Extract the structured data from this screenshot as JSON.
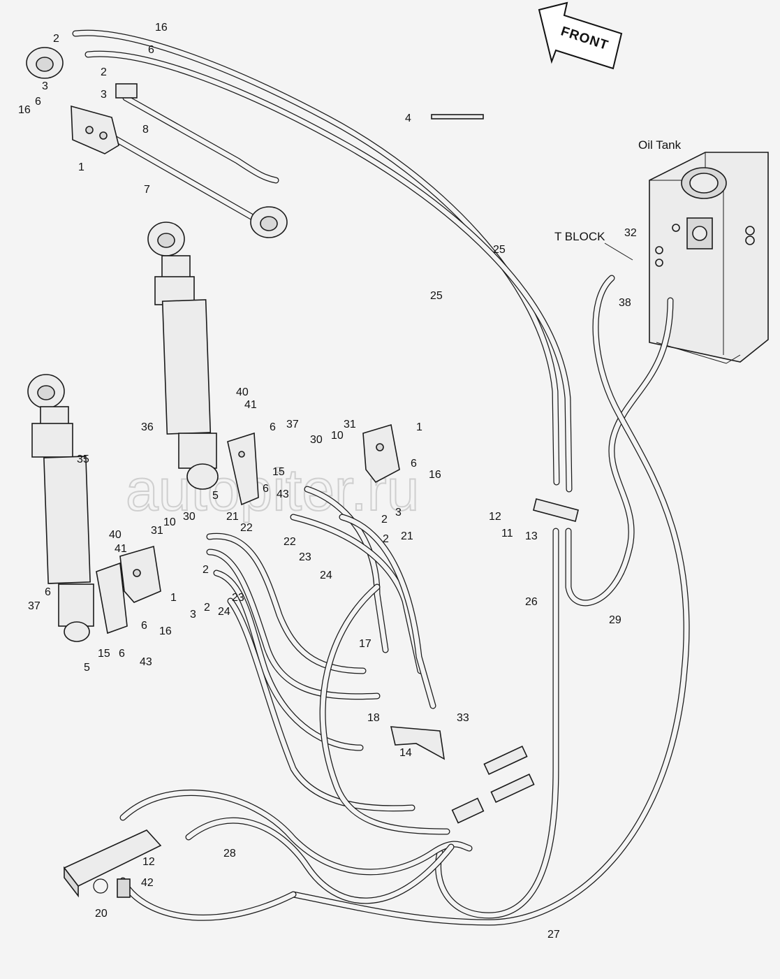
{
  "diagram": {
    "labels": {
      "front": "FRONT",
      "oil_tank": "Oil Tank",
      "t_block": "T  BLOCK"
    },
    "watermark": "autopiter.ru",
    "callouts": [
      "1",
      "2",
      "3",
      "4",
      "5",
      "6",
      "7",
      "8",
      "10",
      "11",
      "12",
      "13",
      "14",
      "15",
      "16",
      "17",
      "18",
      "20",
      "21",
      "22",
      "23",
      "24",
      "25",
      "26",
      "27",
      "28",
      "29",
      "30",
      "31",
      "32",
      "33",
      "35",
      "36",
      "37",
      "38",
      "40",
      "41",
      "42",
      "43"
    ]
  }
}
